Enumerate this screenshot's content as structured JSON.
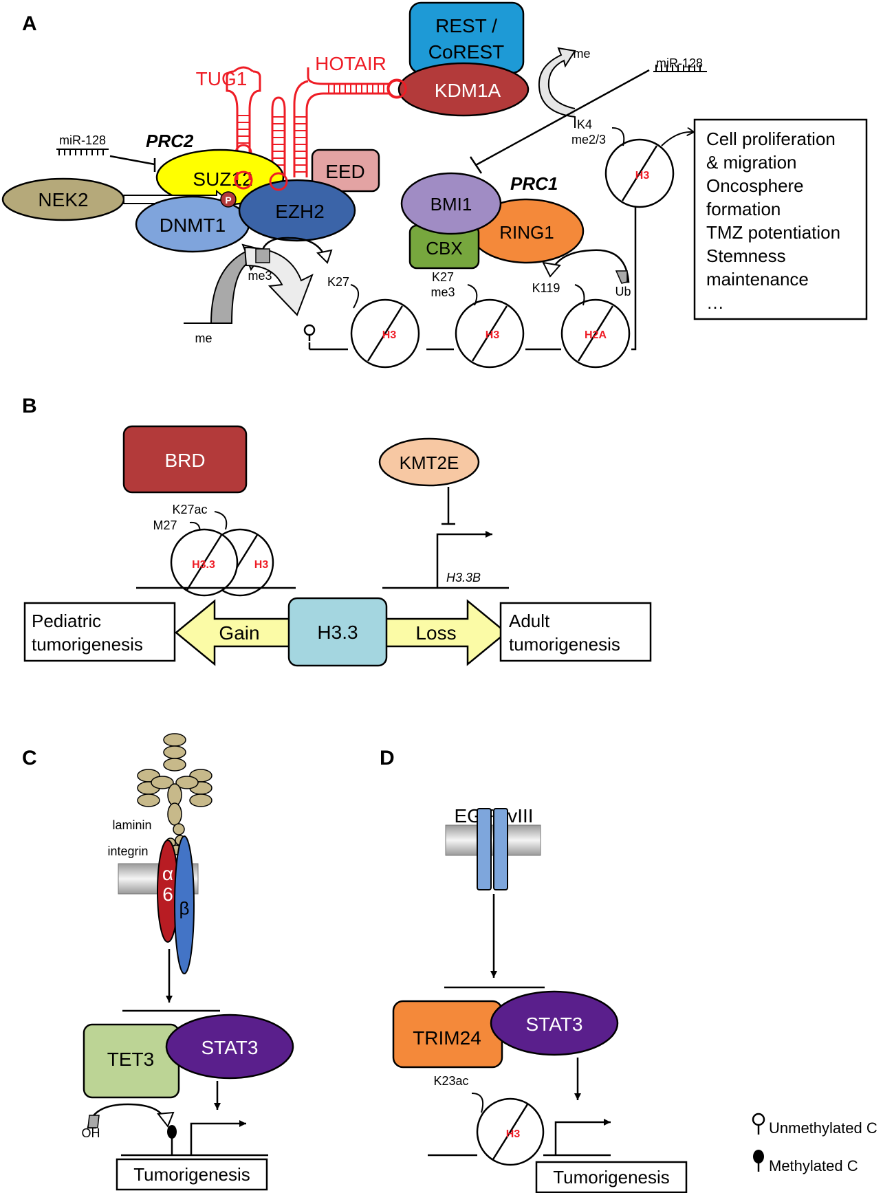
{
  "panels": {
    "a": "A",
    "b": "B",
    "c": "C",
    "d": "D"
  },
  "panel_a": {
    "rest_corest_line1": "REST /",
    "rest_corest_line2": "CoREST",
    "kdm1a": "KDM1A",
    "hotair": "HOTAIR",
    "tug1": "TUG1",
    "mir128_left": "miR-128",
    "mir128_right": "miR-128",
    "prc2": "PRC2",
    "suz12": "SUZ12",
    "eed": "EED",
    "nek2": "NEK2",
    "phospho": "P",
    "dnmt1": "DNMT1",
    "ezh2": "EZH2",
    "prc1": "PRC1",
    "bmi1": "BMI1",
    "ring1": "RING1",
    "cbx": "CBX",
    "me_top": "me",
    "k4_line1": "K4",
    "k4_line2": "me2/3",
    "me3": "me3",
    "me": "me",
    "k27": "K27",
    "k27me3_line1": "K27",
    "k27me3_line2": "me3",
    "k119": "K119",
    "ub": "Ub",
    "h3": "H3",
    "h2a": "H2A",
    "outcomes": [
      "Cell proliferation",
      "& migration",
      "Oncosphere",
      "formation",
      "TMZ potentiation",
      "Stemness",
      "maintenance",
      "…"
    ]
  },
  "panel_b": {
    "brd": "BRD",
    "kmt2e": "KMT2E",
    "k27ac": "K27ac",
    "m27": "M27",
    "h33": "H3.3",
    "h3": "H3",
    "h33b": "H3.3B",
    "center": "H3.3",
    "gain": "Gain",
    "loss": "Loss",
    "pediatric_line1": "Pediatric",
    "pediatric_line2": "tumorigenesis",
    "adult_line1": "Adult",
    "adult_line2": "tumorigenesis"
  },
  "panel_c": {
    "laminin": "laminin",
    "integrin": "integrin",
    "alpha": "α",
    "six": "6",
    "beta": "β",
    "tet3": "TET3",
    "stat3": "STAT3",
    "oh": "OH",
    "tumorigenesis": "Tumorigenesis"
  },
  "panel_d": {
    "egfrviii": "EGFRvIII",
    "trim24": "TRIM24",
    "stat3": "STAT3",
    "k23ac": "K23ac",
    "h3": "H3",
    "tumorigenesis": "Tumorigenesis"
  },
  "legend": {
    "unmethylated": "Unmethylated C",
    "methylated": "Methylated C"
  },
  "colors": {
    "rest": "#1e9ad6",
    "kdm1a": "#b33a3a",
    "rna_red": "#ee1c25",
    "suz12": "#ffff00",
    "eed": "#e3a3a3",
    "nek2": "#b5a97a",
    "dnmt1": "#7fa4dc",
    "ezh2": "#3b64a8",
    "bmi1": "#a08cc4",
    "ring1": "#f4893a",
    "cbx": "#77a73e",
    "brd": "#b33a3a",
    "kmt2e": "#f7c8a3",
    "h33_box": "#a4d6e0",
    "arrow_yellow": "#fbfba6",
    "tet3": "#bcd495",
    "stat3": "#5a1f8c",
    "trim24": "#f4893a",
    "laminin": "#c7b98a",
    "alpha6": "#b81c23",
    "beta": "#4374c6",
    "egfr": "#7ea6dc",
    "membrane": "#d4d4d4"
  }
}
